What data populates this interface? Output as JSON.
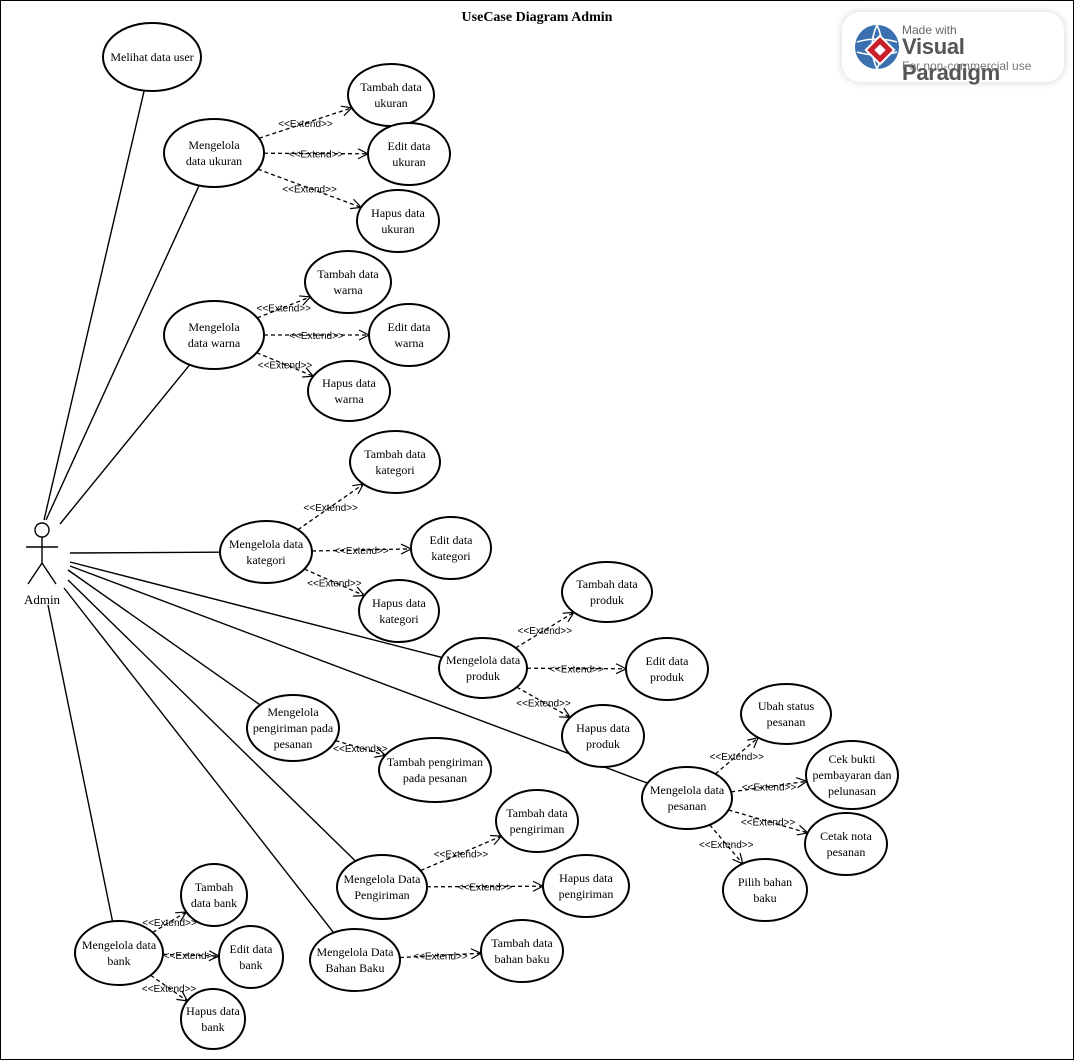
{
  "title": "UseCase Diagram Admin",
  "watermark": {
    "made_with": "Made with",
    "brand": "Visual Paradigm",
    "subtitle": "For non-commercial use",
    "logo_icon": "visual-paradigm-logo-icon"
  },
  "actor": {
    "name": "Admin",
    "icon": "stick-figure-icon"
  },
  "extend_label": "<<Extend>>",
  "use_cases": [
    {
      "id": "melihat",
      "lines": [
        "Melihat data user"
      ]
    },
    {
      "id": "ukuran",
      "lines": [
        "Mengelola",
        "data ukuran"
      ]
    },
    {
      "id": "tambah_ukuran",
      "lines": [
        "Tambah data",
        "ukuran"
      ]
    },
    {
      "id": "edit_ukuran",
      "lines": [
        "Edit data",
        "ukuran"
      ]
    },
    {
      "id": "hapus_ukuran",
      "lines": [
        "Hapus data",
        "ukuran"
      ]
    },
    {
      "id": "warna",
      "lines": [
        "Mengelola",
        "data warna"
      ]
    },
    {
      "id": "tambah_warna",
      "lines": [
        "Tambah data",
        "warna"
      ]
    },
    {
      "id": "edit_warna",
      "lines": [
        "Edit data",
        "warna"
      ]
    },
    {
      "id": "hapus_warna",
      "lines": [
        "Hapus data",
        "warna"
      ]
    },
    {
      "id": "kategori",
      "lines": [
        "Mengelola data",
        "kategori"
      ]
    },
    {
      "id": "tambah_kategori",
      "lines": [
        "Tambah data",
        "kategori"
      ]
    },
    {
      "id": "edit_kategori",
      "lines": [
        "Edit data",
        "kategori"
      ]
    },
    {
      "id": "hapus_kategori",
      "lines": [
        "Hapus data",
        "kategori"
      ]
    },
    {
      "id": "produk",
      "lines": [
        "Mengelola data",
        "produk"
      ]
    },
    {
      "id": "tambah_produk",
      "lines": [
        "Tambah data",
        "produk"
      ]
    },
    {
      "id": "edit_produk",
      "lines": [
        "Edit data",
        "produk"
      ]
    },
    {
      "id": "hapus_produk",
      "lines": [
        "Hapus data",
        "produk"
      ]
    },
    {
      "id": "pengiriman_pesanan",
      "lines": [
        "Mengelola",
        "pengiriman pada",
        "pesanan"
      ]
    },
    {
      "id": "tambah_pengiriman_pesanan",
      "lines": [
        "Tambah pengiriman",
        "pada pesanan"
      ]
    },
    {
      "id": "pesanan",
      "lines": [
        "Mengelola data",
        "pesanan"
      ]
    },
    {
      "id": "ubah_status",
      "lines": [
        "Ubah status",
        "pesanan"
      ]
    },
    {
      "id": "cek_bukti",
      "lines": [
        "Cek bukti",
        "pembayaran dan",
        "pelunasan"
      ]
    },
    {
      "id": "cetak_nota",
      "lines": [
        "Cetak nota",
        "pesanan"
      ]
    },
    {
      "id": "pilih_bahan",
      "lines": [
        "Pilih bahan",
        "baku"
      ]
    },
    {
      "id": "data_pengiriman",
      "lines": [
        "Mengelola Data",
        "Pengiriman"
      ]
    },
    {
      "id": "tambah_pengiriman",
      "lines": [
        "Tambah data",
        "pengiriman"
      ]
    },
    {
      "id": "hapus_pengiriman",
      "lines": [
        "Hapus data",
        "pengiriman"
      ]
    },
    {
      "id": "bahan_baku",
      "lines": [
        "Mengelola Data",
        "Bahan Baku"
      ]
    },
    {
      "id": "tambah_bahan",
      "lines": [
        "Tambah data",
        "bahan baku"
      ]
    },
    {
      "id": "bank",
      "lines": [
        "Mengelola data",
        "bank"
      ]
    },
    {
      "id": "tambah_bank",
      "lines": [
        "Tambah",
        "data bank"
      ]
    },
    {
      "id": "edit_bank",
      "lines": [
        "Edit data",
        "bank"
      ]
    },
    {
      "id": "hapus_bank",
      "lines": [
        "Hapus data",
        "bank"
      ]
    }
  ],
  "associations": [
    "melihat",
    "ukuran",
    "warna",
    "kategori",
    "produk",
    "pengiriman_pesanan",
    "pesanan",
    "data_pengiriman",
    "bahan_baku",
    "bank"
  ],
  "extends": [
    {
      "from": "ukuran",
      "to": "tambah_ukuran"
    },
    {
      "from": "ukuran",
      "to": "edit_ukuran"
    },
    {
      "from": "ukuran",
      "to": "hapus_ukuran"
    },
    {
      "from": "warna",
      "to": "tambah_warna"
    },
    {
      "from": "warna",
      "to": "edit_warna"
    },
    {
      "from": "warna",
      "to": "hapus_warna"
    },
    {
      "from": "kategori",
      "to": "tambah_kategori"
    },
    {
      "from": "kategori",
      "to": "edit_kategori"
    },
    {
      "from": "kategori",
      "to": "hapus_kategori"
    },
    {
      "from": "produk",
      "to": "tambah_produk"
    },
    {
      "from": "produk",
      "to": "edit_produk"
    },
    {
      "from": "produk",
      "to": "hapus_produk"
    },
    {
      "from": "pengiriman_pesanan",
      "to": "tambah_pengiriman_pesanan"
    },
    {
      "from": "pesanan",
      "to": "ubah_status"
    },
    {
      "from": "pesanan",
      "to": "cek_bukti"
    },
    {
      "from": "pesanan",
      "to": "cetak_nota"
    },
    {
      "from": "pesanan",
      "to": "pilih_bahan"
    },
    {
      "from": "data_pengiriman",
      "to": "tambah_pengiriman"
    },
    {
      "from": "data_pengiriman",
      "to": "hapus_pengiriman"
    },
    {
      "from": "bahan_baku",
      "to": "tambah_bahan"
    },
    {
      "from": "bank",
      "to": "tambah_bank"
    },
    {
      "from": "bank",
      "to": "edit_bank"
    },
    {
      "from": "bank",
      "to": "hapus_bank"
    }
  ]
}
